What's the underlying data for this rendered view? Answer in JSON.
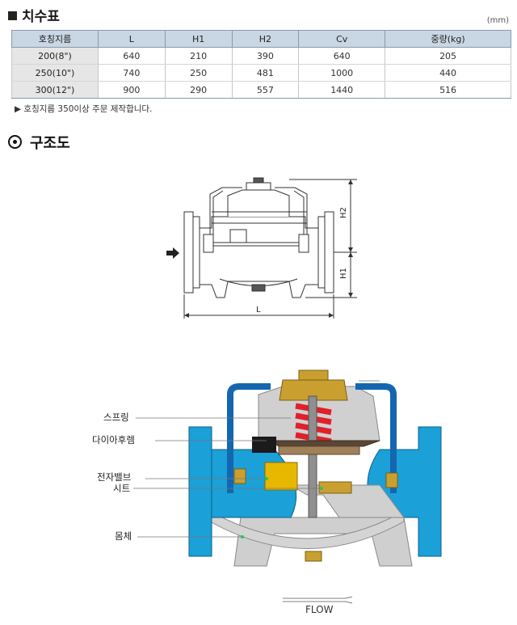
{
  "dimension_section": {
    "title": "치수표",
    "unit": "(mm)",
    "headers": [
      "호칭지름",
      "L",
      "H1",
      "H2",
      "Cv",
      "중량(kg)"
    ],
    "rows": [
      [
        "200(8\")",
        "640",
        "210",
        "390",
        "640",
        "205"
      ],
      [
        "250(10\")",
        "740",
        "250",
        "481",
        "1000",
        "440"
      ],
      [
        "300(12\")",
        "900",
        "290",
        "557",
        "1440",
        "516"
      ]
    ],
    "note": "▶ 호칭지름 350이상 주문 제작합니다."
  },
  "structure_section": {
    "title": "구조도",
    "outline_labels": {
      "h2": "H2",
      "h1": "H1",
      "length": "L"
    },
    "callouts": [
      "스프링",
      "다이아후렘",
      "전자밸브",
      "시트",
      "몸체"
    ],
    "flow_label": "FLOW"
  },
  "colors": {
    "header_bg": "#c9d6e3",
    "body_blue": "#1ba0d8",
    "tube_blue": "#1466b0",
    "spring_red": "#e0202a",
    "brass": "#c9a030",
    "solenoid_yellow": "#e8b800",
    "body_grey": "#c8c8c8"
  }
}
